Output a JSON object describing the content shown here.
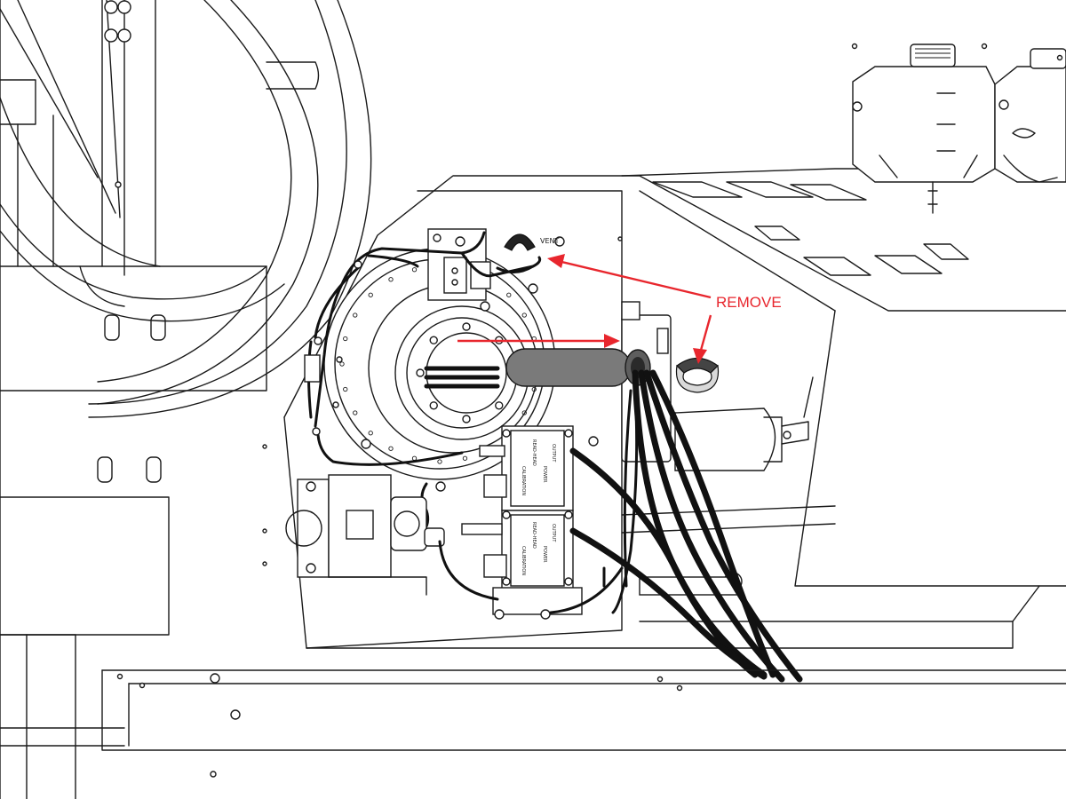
{
  "callout": {
    "label": "REMOVE",
    "color": "#e8262d"
  },
  "port_labels": {
    "vent": "VENT",
    "calibration": "CALIBRATION",
    "power": "POWER",
    "output": "OUTPUT",
    "head": "READ-HEAD"
  },
  "parts": [
    "rotary-table-assembly",
    "quick-disconnect-clip",
    "cable-sleeve",
    "junction-box-upper",
    "junction-box-lower",
    "fluid-reservoirs",
    "drive-motor",
    "base-rail"
  ]
}
